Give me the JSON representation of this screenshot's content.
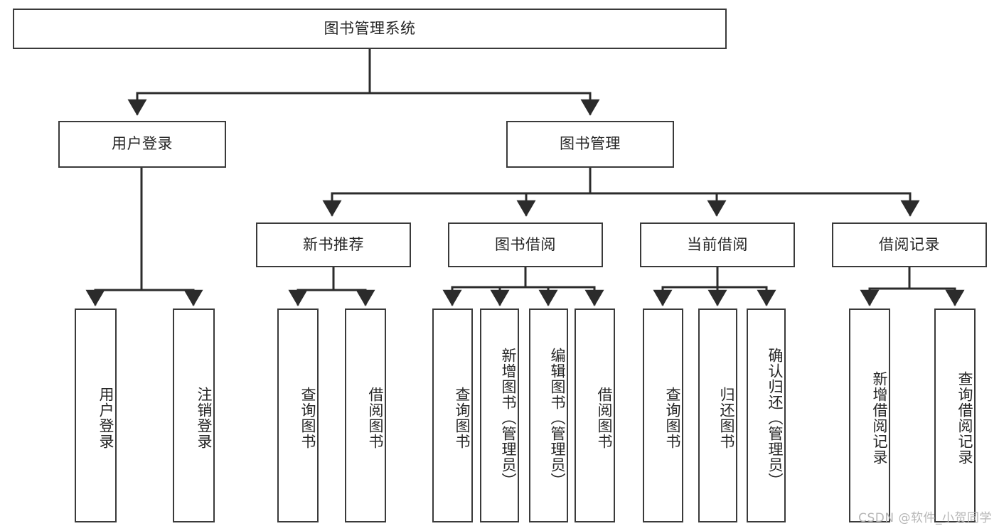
{
  "diagram": {
    "title_node": "图书管理系统",
    "colors": {
      "box_border": "#3a3a3a",
      "box_fill": "#ffffff",
      "connector": "#2b2b2b",
      "text": "#262626",
      "watermark": "#b6b6b6",
      "background": "#ffffff"
    },
    "level1": [
      {
        "id": "root",
        "label": "图书管理系统"
      }
    ],
    "level2": [
      {
        "id": "user-login",
        "label": "用户登录"
      },
      {
        "id": "book-manage",
        "label": "图书管理"
      }
    ],
    "level3": [
      {
        "id": "new-book-recommend",
        "label": "新书推荐"
      },
      {
        "id": "book-borrow",
        "label": "图书借阅"
      },
      {
        "id": "current-borrow",
        "label": "当前借阅"
      },
      {
        "id": "borrow-record",
        "label": "借阅记录"
      }
    ],
    "leaves": [
      {
        "id": "leaf-user-login",
        "label": "用户登录",
        "parent": "用户登录"
      },
      {
        "id": "leaf-logout-login",
        "label": "注销登录",
        "parent": "用户登录"
      },
      {
        "id": "leaf-query-book-1",
        "label": "查询图书",
        "parent": "新书推荐"
      },
      {
        "id": "leaf-borrow-book-1",
        "label": "借阅图书",
        "parent": "新书推荐"
      },
      {
        "id": "leaf-query-book-2",
        "label": "查询图书",
        "parent": "图书借阅"
      },
      {
        "id": "leaf-add-book",
        "label": "新增图书（管理员）",
        "parent": "图书借阅"
      },
      {
        "id": "leaf-edit-book",
        "label": "编辑图书（管理员）",
        "parent": "图书借阅"
      },
      {
        "id": "leaf-borrow-book-2",
        "label": "借阅图书",
        "parent": "图书借阅"
      },
      {
        "id": "leaf-query-book-3",
        "label": "查询图书",
        "parent": "当前借阅"
      },
      {
        "id": "leaf-return-book",
        "label": "归还图书",
        "parent": "当前借阅"
      },
      {
        "id": "leaf-confirm-return",
        "label": "确认归还（管理员）",
        "parent": "当前借阅"
      },
      {
        "id": "leaf-add-record",
        "label": "新增借阅记录",
        "parent": "借阅记录"
      },
      {
        "id": "leaf-query-record",
        "label": "查询借阅记录",
        "parent": "借阅记录"
      }
    ],
    "watermark": "CSDN @软件_小贺同学"
  }
}
